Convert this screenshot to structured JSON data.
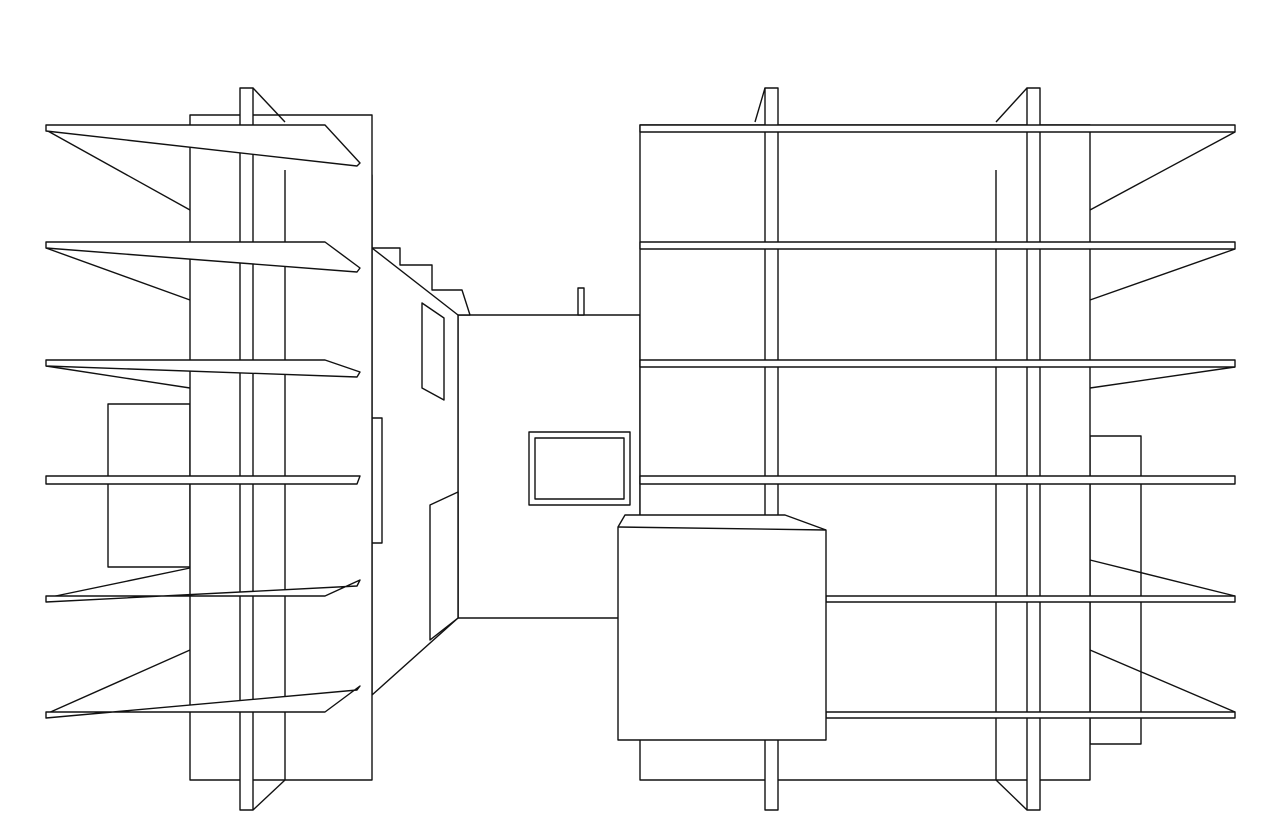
{
  "drawing": {
    "subject": "shelving",
    "stroke_color": "#111111",
    "background_color": "#ffffff",
    "left_unit_shelf_count": 6,
    "right_unit_shelf_count": 6
  }
}
